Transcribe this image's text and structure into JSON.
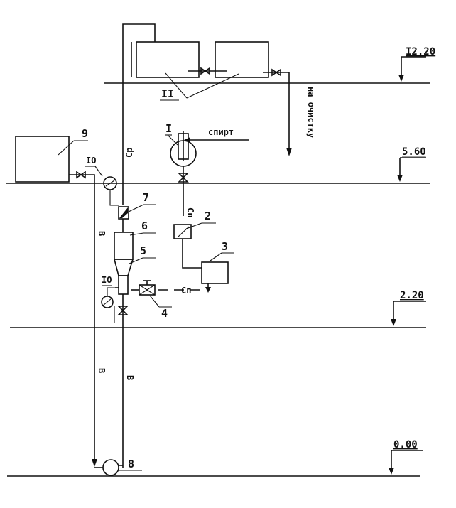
{
  "levels": [
    "I2.20",
    "5.60",
    "2.20",
    "0.00"
  ],
  "labels": {
    "n1": "I",
    "n2": "2",
    "n3": "3",
    "n4": "4",
    "n5": "5",
    "n6": "6",
    "n7": "7",
    "n8": "8",
    "n9": "9",
    "n10a": "IO",
    "n10b": "IO",
    "n11": "II"
  },
  "streams": {
    "spirt": "спирт",
    "na_ochistku": "на очистку",
    "sp_vertical": "Сп",
    "sp_horizontal": "Сп",
    "sr": "Ср",
    "v_upper": "В",
    "v_left": "В",
    "v_right": "В"
  }
}
